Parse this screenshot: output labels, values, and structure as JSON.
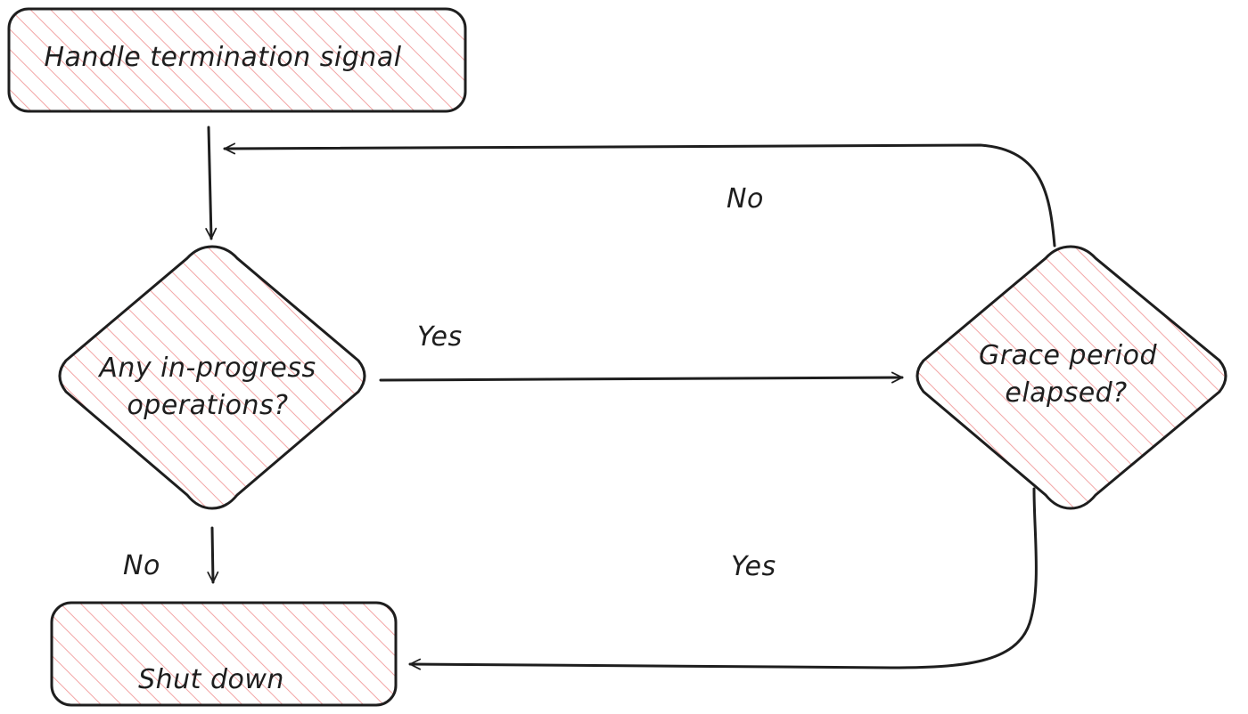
{
  "colors": {
    "stroke": "#1e1e1e",
    "hatch": "#f2a5a5",
    "background": "#ffffff"
  },
  "nodes": {
    "start": {
      "text": "Handle termination signal"
    },
    "decision_ops": {
      "line1": "Any in-progress",
      "line2": "operations?"
    },
    "decision_grace": {
      "line1": "Grace period",
      "line2": "elapsed?"
    },
    "end": {
      "text": "Shut down"
    }
  },
  "edges": {
    "ops_yes": "Yes",
    "ops_no": "No",
    "grace_no": "No",
    "grace_yes": "Yes"
  }
}
